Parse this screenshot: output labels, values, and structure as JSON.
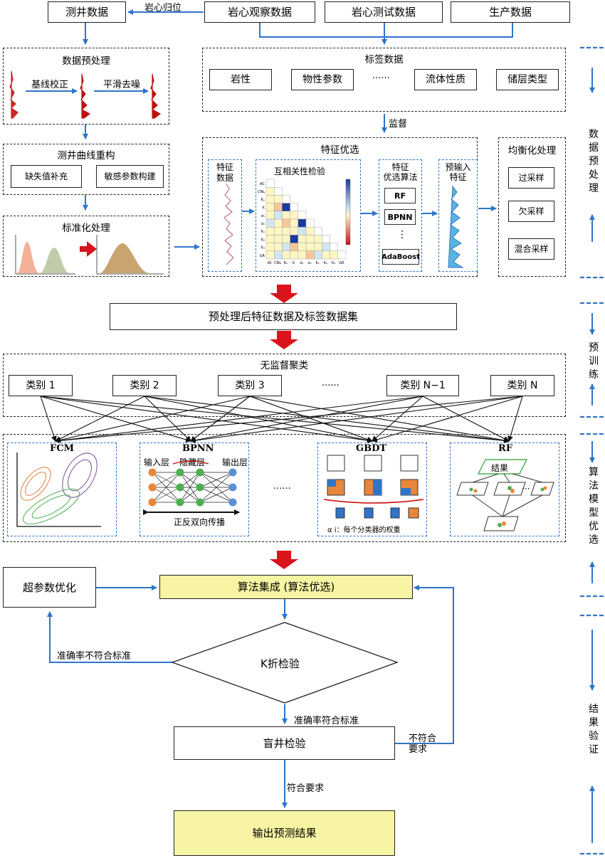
{
  "sources": {
    "well_log": "测井数据",
    "core_obs": "岩心观察数据",
    "core_test": "岩心测试数据",
    "production": "生产数据",
    "core_homing": "岩心归位"
  },
  "preprocess": {
    "title": "数据预处理",
    "baseline": "基线校正",
    "smooth": "平滑去噪",
    "reconstruct_title": "测井曲线重构",
    "missing": "缺失值补充",
    "sensitive": "敏感参数构建",
    "normalize_title": "标准化处理"
  },
  "labels": {
    "title": "标签数据",
    "items": [
      "岩性",
      "物性参数",
      "······",
      "流体性质",
      "储层类型"
    ],
    "supervise": "监督"
  },
  "feature": {
    "title": "特征优选",
    "data": "特征\n数据",
    "corr": "互相关性检验",
    "algo_title": "特征\n优选算法",
    "algos": [
      "RF",
      "BPNN",
      "⋮",
      "AdaBoost"
    ],
    "input": "预输入\n特征"
  },
  "balance": {
    "title": "均衡化处理",
    "items": [
      "过采样",
      "欠采样",
      "混合采样"
    ]
  },
  "dataset": "预处理后特征数据及标签数据集",
  "cluster": {
    "title": "无监督聚类",
    "cats": [
      "类别 1",
      "类别 2",
      "类别 3",
      "······",
      "类别 N−1",
      "类别 N"
    ]
  },
  "models": {
    "fcm": "FCM",
    "bpnn": "BPNN",
    "input_layer": "输入层",
    "hidden_layer": "隐藏层",
    "output_layer": "输出层",
    "bp_caption": "正反双向传播",
    "dots": "······",
    "gbdt": "GBDT",
    "gbdt_note": "α i：每个分类器的权重",
    "rf": "RF",
    "rf_result": "结果",
    "rf_dots": "···"
  },
  "validation": {
    "hyper": "超参数优化",
    "ensemble": "算法集成 (算法优选)",
    "kfold": "K折检验",
    "fail_acc": "准确率不符合标准",
    "pass_acc": "准确率符合标准",
    "blind": "盲井检验",
    "not_meet": "不符合\n要求",
    "meet": "符合要求",
    "output": "输出预测结果"
  },
  "stages": [
    "数据预处理",
    "预训练",
    "算法模型优选",
    "结果验证"
  ],
  "matrix_axis": [
    "AC",
    "CNL",
    "R₁",
    "K",
    "σ₁",
    "σ₂",
    "K₁",
    "K₂",
    "K₃",
    "GR"
  ],
  "colors": {
    "arrow_blue": "#2e75c9",
    "arrow_red": "#d9141c",
    "highlight": "#f7f5a3"
  }
}
